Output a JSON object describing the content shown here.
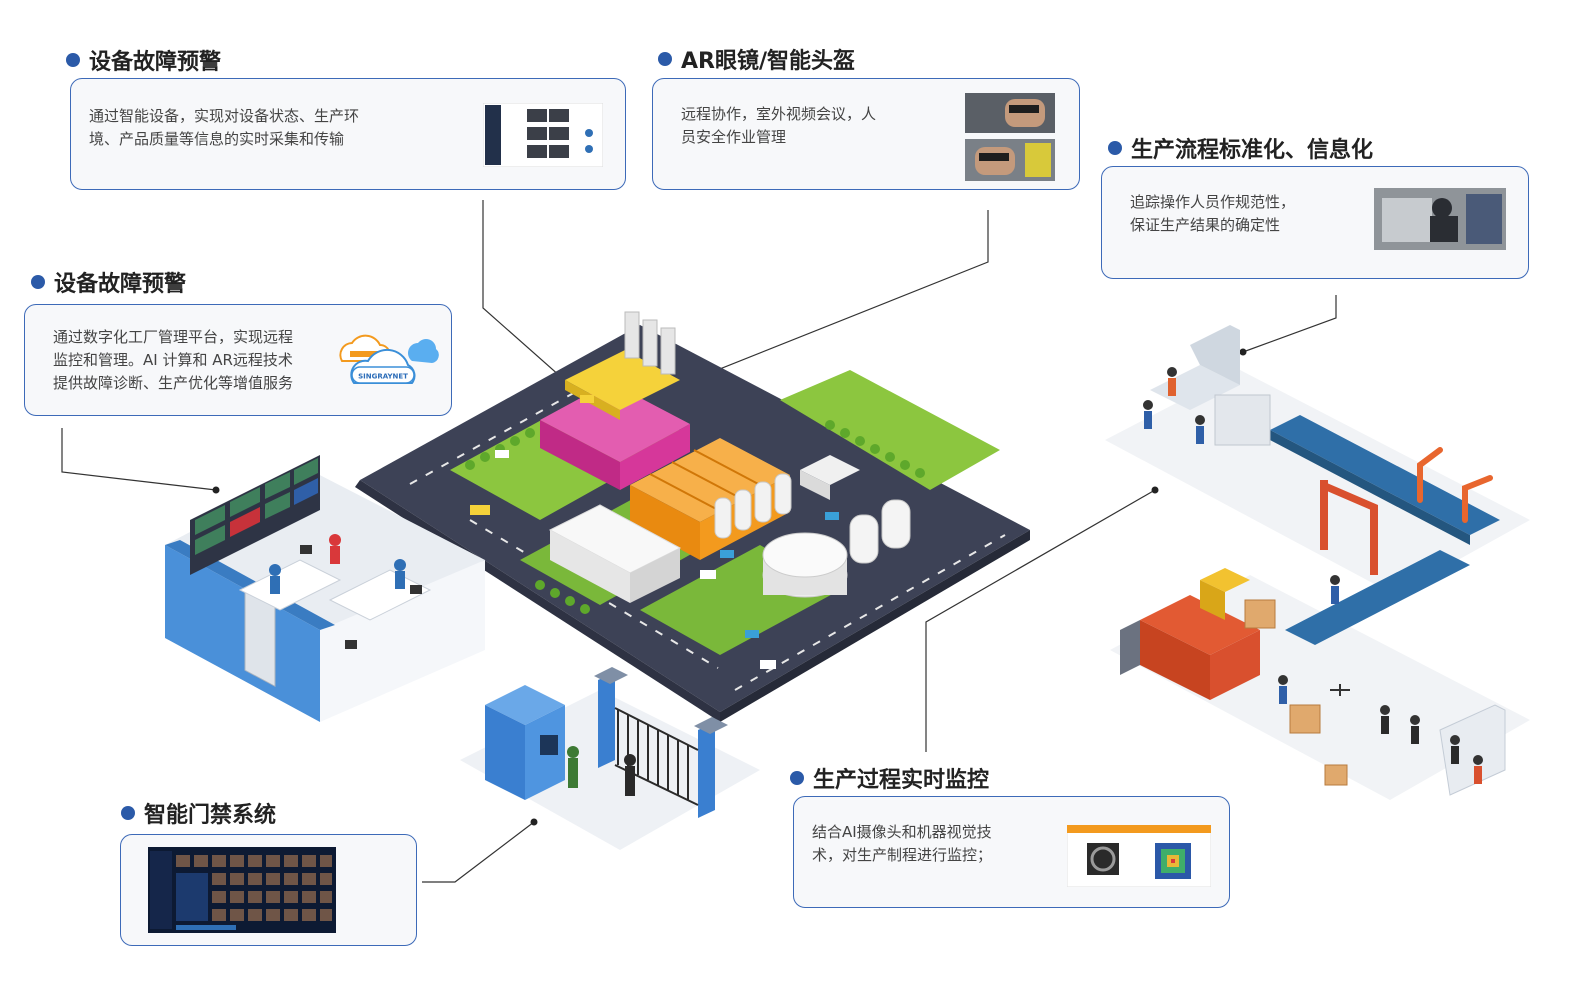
{
  "blocks": {
    "fault_warning_top": {
      "title": "设备故障预警",
      "desc": [
        "通过智能设备，实现对设备状态、生产环",
        "境、产品质量等信息的实时采集和传输"
      ]
    },
    "ar_glasses": {
      "title": "AR眼镜/智能头盔",
      "desc": [
        "远程协作，室外视频会议，人",
        "员安全作业管理"
      ]
    },
    "standardization": {
      "title": "生产流程标准化、信息化",
      "desc": [
        "追踪操作人员作规范性，",
        "保证生产结果的确定性"
      ]
    },
    "fault_warning_left": {
      "title": "设备故障预警",
      "desc": [
        "通过数字化工厂管理平台，实现远程",
        "监控和管理。AI 计算和 AR远程技术",
        "提供故障诊断、生产优化等增值服务"
      ],
      "cloud_label": "SINGRAYNET"
    },
    "access_control": {
      "title": "智能门禁系统"
    },
    "process_monitor": {
      "title": "生产过程实时监控",
      "desc": [
        "结合AI摄像头和机器视觉技",
        "术，对生产制程进行监控；"
      ]
    }
  },
  "colors": {
    "accent": "#2b5aa8",
    "card_border": "#3d6ab8",
    "factory_magenta": "#d6379a",
    "warehouse_orange": "#f39a1e",
    "ground_dark": "#3d4256",
    "grass_green": "#8cc63f",
    "room_blue": "#4a90d9",
    "truck_red": "#d9502e"
  },
  "icons": [
    "bullet-dot",
    "cloud-icon",
    "factory-illustration",
    "control-room-illustration",
    "gate-illustration",
    "production-line-illustration"
  ]
}
